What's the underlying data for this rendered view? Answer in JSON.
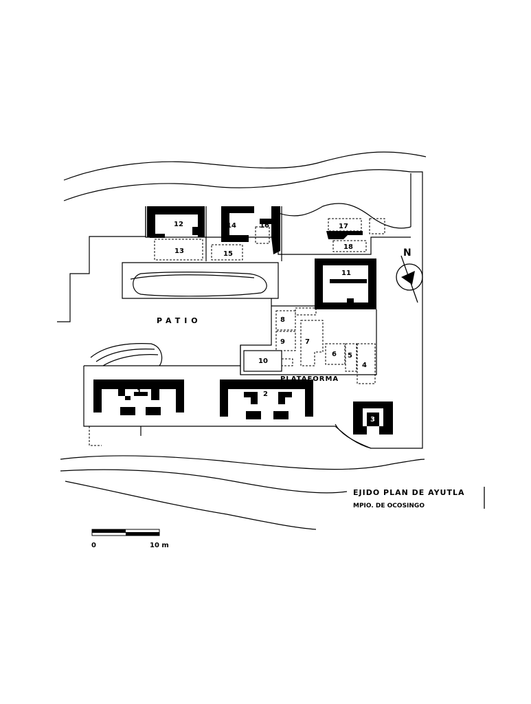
{
  "map": {
    "title": "EJIDO PLAN DE AYUTLA",
    "subtitle": "MPIO. DE OCOSINGO",
    "patio_label": "PATIO",
    "platform_label": "PLATAFORMA",
    "north_label": "N"
  },
  "scale_bar": {
    "start_label": "0",
    "end_label": "10 m"
  },
  "structures": [
    {
      "id": "1"
    },
    {
      "id": "2"
    },
    {
      "id": "3"
    },
    {
      "id": "4"
    },
    {
      "id": "5"
    },
    {
      "id": "6"
    },
    {
      "id": "7"
    },
    {
      "id": "8"
    },
    {
      "id": "9"
    },
    {
      "id": "10"
    },
    {
      "id": "11"
    },
    {
      "id": "12"
    },
    {
      "id": "13"
    },
    {
      "id": "14"
    },
    {
      "id": "15"
    },
    {
      "id": "16"
    },
    {
      "id": "17"
    },
    {
      "id": "18"
    }
  ],
  "colors": {
    "ink": "#000000",
    "paper": "#ffffff"
  }
}
